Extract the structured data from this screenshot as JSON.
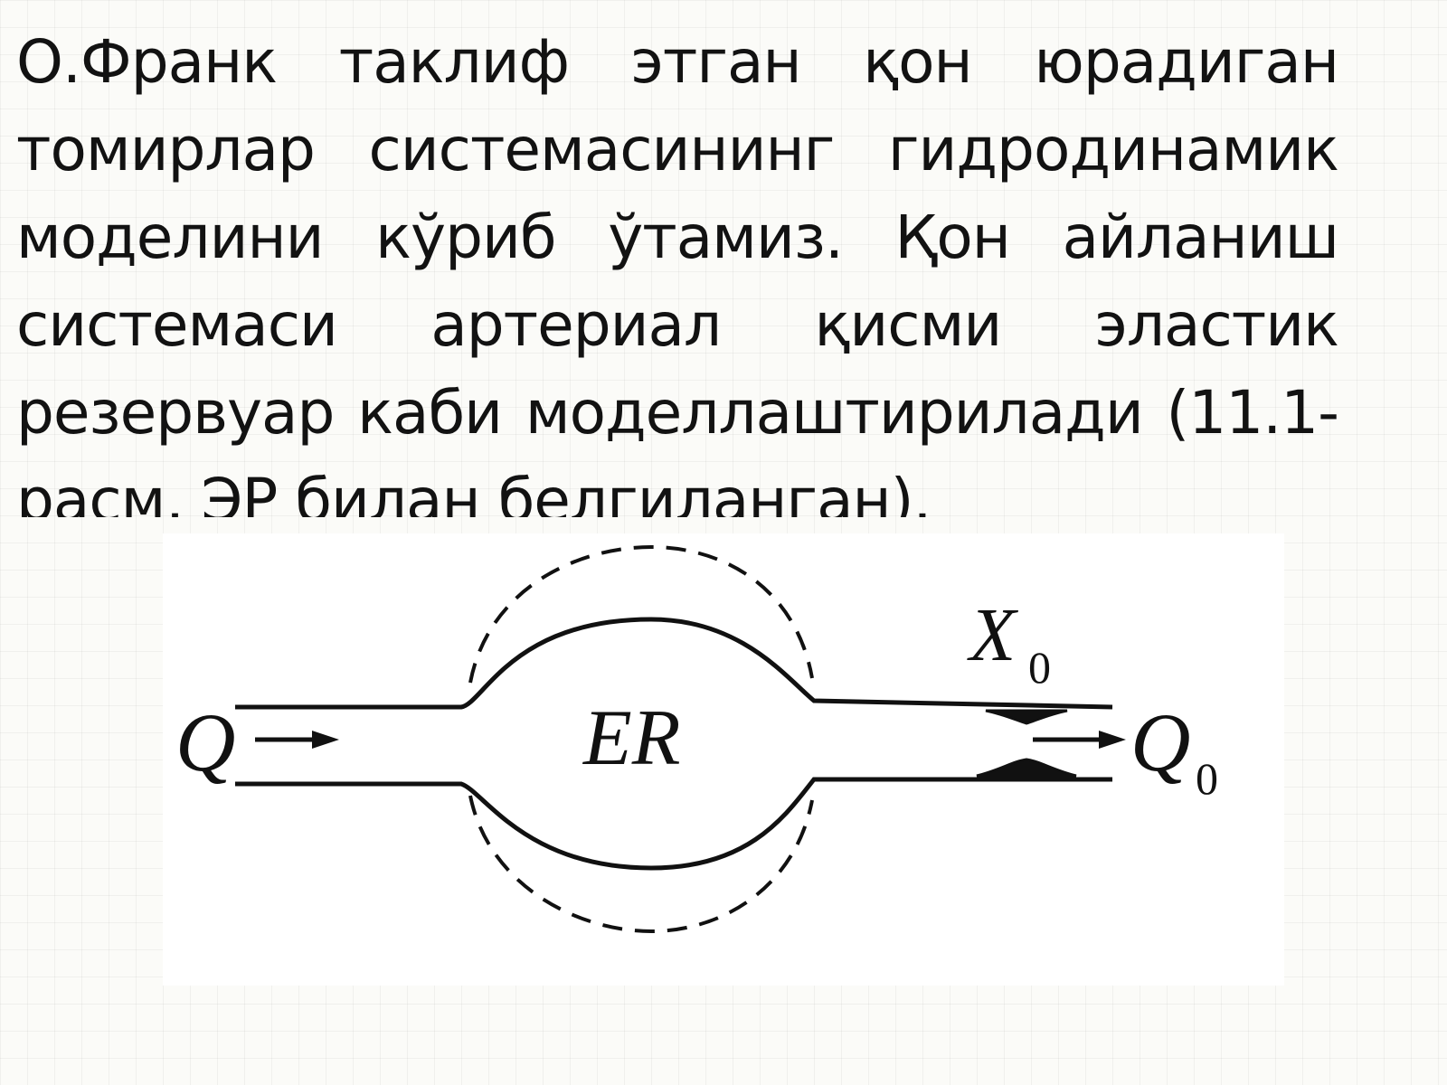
{
  "paragraph": {
    "lines": [
      "О.Франк таклиф этган қон юрадиган",
      "томирлар системасининг гидродинамик",
      "моделини кўриб ўтамиз. Қон айланиш",
      "системаси артериал қисми эластик",
      "резервуар каби моделлаштирилади (11.1-",
      "расм, ЭР билан белгиланган)."
    ]
  },
  "figure": {
    "inflow_label": "Q",
    "reservoir_label": "ER",
    "resistance_label": "X",
    "resistance_subscript": "0",
    "outflow_label": "Q",
    "outflow_subscript": "0"
  }
}
